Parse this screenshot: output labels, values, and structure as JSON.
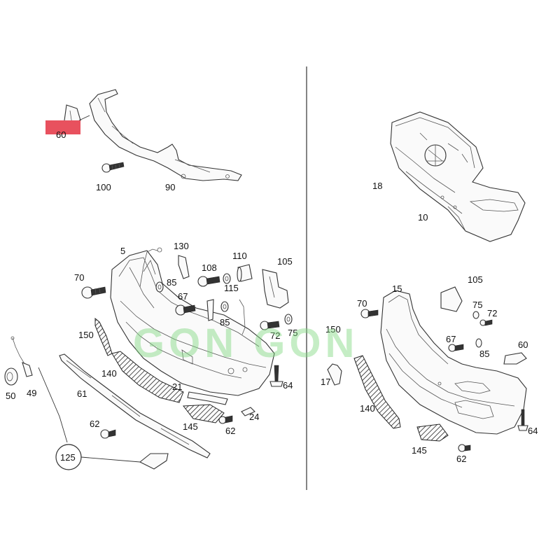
{
  "watermark": "GON GON",
  "colors": {
    "highlight": "#e8515e",
    "watermark": "#7fd67f",
    "line": "#333333"
  },
  "labels": {
    "p60_top": "60",
    "p100": "100",
    "p90": "90",
    "p18": "18",
    "p10": "10",
    "p5": "5",
    "p130": "130",
    "p110": "110",
    "p105_left": "105",
    "p70_left": "70",
    "p108": "108",
    "p85_top": "85",
    "p115": "115",
    "p67_left": "67",
    "p85_mid": "85",
    "p72_left": "72",
    "p75_left": "75",
    "p150_left": "150",
    "p140_left": "140",
    "p21": "21",
    "p64_left": "64",
    "p50": "50",
    "p49": "49",
    "p61": "61",
    "p145_left": "145",
    "p24": "24",
    "p62_a": "62",
    "p62_b": "62",
    "p125": "125",
    "p15": "15",
    "p105_right": "105",
    "p70_right": "70",
    "p75_right": "75",
    "p72_right": "72",
    "p150_right": "150",
    "p67_right": "67",
    "p85_right": "85",
    "p60_right": "60",
    "p17": "17",
    "p140_right": "140",
    "p64_right": "64",
    "p145_right": "145",
    "p62_right": "62"
  }
}
